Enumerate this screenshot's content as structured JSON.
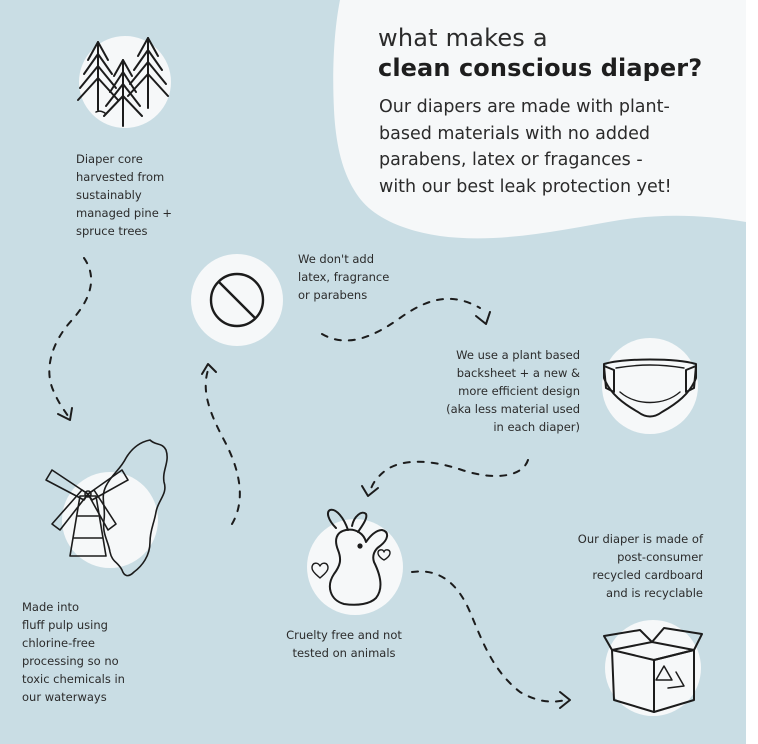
{
  "heading": {
    "line1": "what makes a",
    "line2": "clean conscious diaper?"
  },
  "intro": [
    "Our diapers are made with plant-",
    "based materials with no added",
    "parabens, latex or fragances -",
    "with our best leak protection yet!"
  ],
  "steps": [
    {
      "icon": "pine-trees-icon",
      "lines": [
        "Diaper core",
        "harvested from",
        "sustainably",
        "managed pine +",
        "spruce trees"
      ]
    },
    {
      "icon": "no-symbol-icon",
      "lines": [
        "We don't add",
        "latex, fragrance",
        "or parabens"
      ]
    },
    {
      "icon": "diaper-icon",
      "lines": [
        "We use a plant based",
        "backsheet + a new &",
        "more efficient design",
        "(aka less material used",
        "in each diaper)"
      ]
    },
    {
      "icon": "windmill-sweden-map-icon",
      "lines": [
        "Made into",
        "fluff pulp using",
        "chlorine-free",
        "processing so no",
        "toxic chemicals in",
        "our waterways"
      ]
    },
    {
      "icon": "bunny-icon",
      "lines": [
        "Cruelty free and not",
        "tested on animals"
      ]
    },
    {
      "icon": "recycled-box-icon",
      "lines": [
        "Our diaper is made of",
        "post-consumer",
        "recycled cardboard",
        "and is recyclable"
      ]
    }
  ],
  "colors": {
    "background": "#c9dde4",
    "panel": "#f6f8f9",
    "ink": "#222222"
  }
}
